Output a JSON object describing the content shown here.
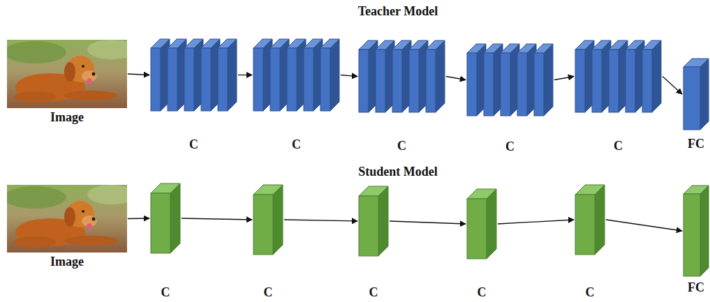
{
  "diagram": {
    "nodes": [
      {
        "text": [
          "Image"
        ]
      },
      {
        "text": [
          "C"
        ]
      },
      {
        "text": [
          "C"
        ]
      },
      {
        "text": [
          "C"
        ]
      },
      {
        "text": [
          "C"
        ]
      },
      {
        "text": [
          "C"
        ]
      },
      {
        "text": [
          "FC"
        ]
      },
      {
        "text": [
          "Image"
        ]
      },
      {
        "text": [
          "C"
        ]
      },
      {
        "text": [
          "C"
        ]
      },
      {
        "text": [
          "C"
        ]
      },
      {
        "text": [
          "C"
        ]
      },
      {
        "text": [
          "C"
        ]
      },
      {
        "text": [
          "FC"
        ]
      }
    ],
    "edges": [
      {
        "from": 0,
        "to": 1,
        "arrow": "to"
      },
      {
        "from": 1,
        "to": 2,
        "arrow": "to"
      },
      {
        "from": 2,
        "to": 3,
        "arrow": "to"
      },
      {
        "from": 3,
        "to": 4,
        "arrow": "to"
      },
      {
        "from": 4,
        "to": 5,
        "arrow": "to"
      },
      {
        "from": 5,
        "to": 6,
        "arrow": "to"
      },
      {
        "from": 7,
        "to": 8,
        "arrow": "to"
      },
      {
        "from": 8,
        "to": 9,
        "arrow": "to"
      },
      {
        "from": 9,
        "to": 10,
        "arrow": "to"
      },
      {
        "from": 10,
        "to": 11,
        "arrow": "to"
      },
      {
        "from": 11,
        "to": 12,
        "arrow": "to"
      },
      {
        "from": 12,
        "to": 13,
        "arrow": "to"
      }
    ],
    "labels": [
      "Teacher Model",
      "Student Model"
    ]
  }
}
